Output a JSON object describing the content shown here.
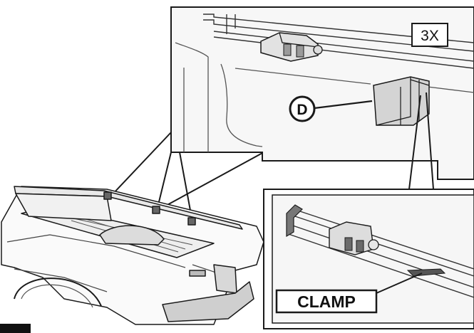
{
  "diagram": {
    "quantity_label": "3X",
    "callout_letter": "D",
    "part_label": "CLAMP"
  },
  "colors": {
    "line": "#1a1a1a",
    "panel_fill": "#f3f3f3",
    "part_fill": "#cfcfcf",
    "dark_fill": "#555555",
    "tab_fill": "#111111"
  }
}
